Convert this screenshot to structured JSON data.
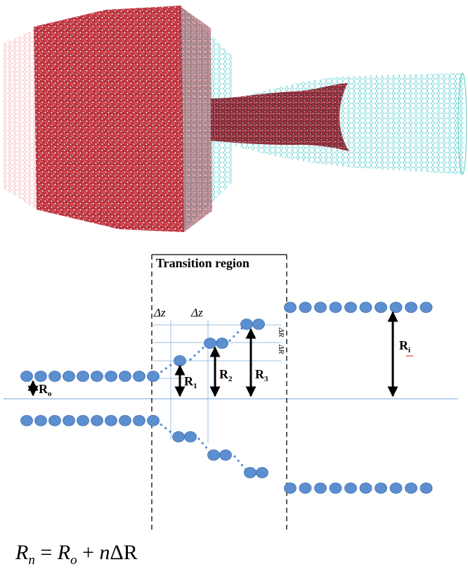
{
  "figure": {
    "region_label": "Transition region",
    "delta_z_left": "Δz",
    "delta_z_right": "Δz",
    "delta_r_upper": "ΔR",
    "delta_r_lower": "ΔR",
    "r0_label": "R",
    "r0_sub": "o",
    "r1_label": "R",
    "r1_sub": "1",
    "r2_label": "R",
    "r2_sub": "2",
    "r3_label": "R",
    "r3_sub": "3",
    "ri_label": "R",
    "ri_sub": "i",
    "formula": {
      "lhs": "R",
      "lhs_sub": "n",
      "eq": " = ",
      "r": "R",
      "r_sub": "o",
      "plus": " + ",
      "n": "n",
      "delta": "ΔR"
    }
  },
  "colors": {
    "bead_fill": "#5b8fd0",
    "bead_stroke": "#3f6fad",
    "guide_line": "#9cc2e6",
    "water_red": "#c83a44",
    "water_white": "#e8e8ee",
    "nanotube_cyan": "#4fc8c8",
    "membrane_pink": "#f0a0a8"
  }
}
